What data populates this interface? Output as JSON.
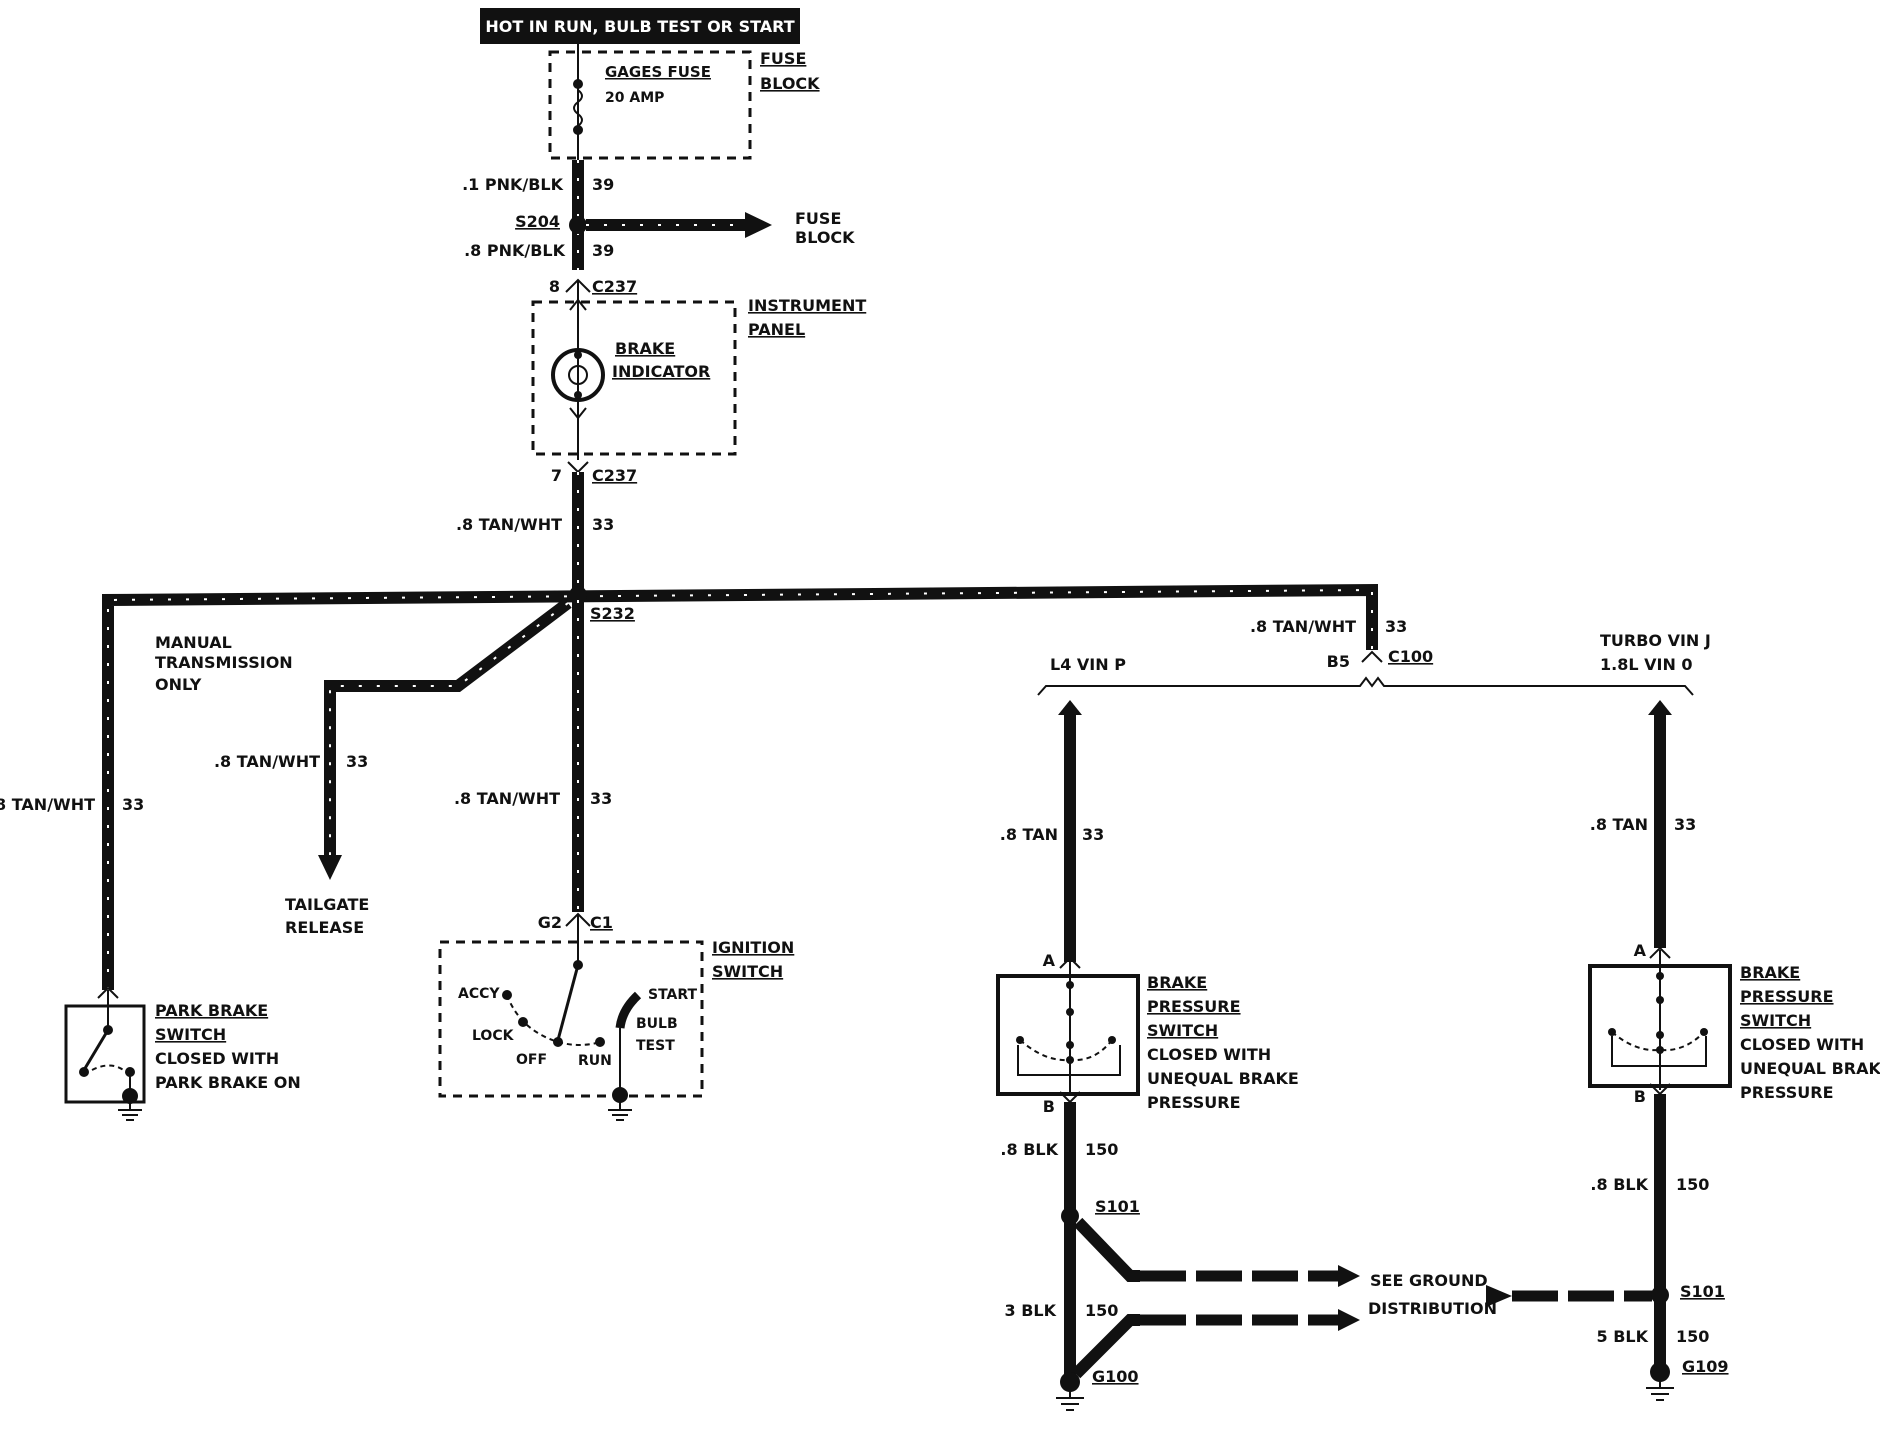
{
  "header": "HOT IN RUN, BULB TEST OR START",
  "fuse": {
    "name": "GAGES FUSE",
    "rating": "20 AMP",
    "location_1": "FUSE",
    "location_2": "BLOCK"
  },
  "wires": {
    "pnk_blk_1": ".1 PNK/BLK",
    "pnk_blk_2": ".8 PNK/BLK",
    "circuit_39": "39",
    "tan_wht": ".8 TAN/WHT",
    "circuit_33": "33",
    "tan": ".8 TAN",
    "blk_8": ".8 BLK",
    "blk_3": "3 BLK",
    "blk_5": "5 BLK",
    "circuit_150": "150"
  },
  "splices": {
    "s204": "S204",
    "s232": "S232",
    "s101": "S101"
  },
  "fuse_block_ref_1": "FUSE",
  "fuse_block_ref_2": "BLOCK",
  "connectors": {
    "c237": "C237",
    "pin8": "8",
    "pin7": "7",
    "c100": "C100",
    "b5": "B5",
    "c1": "C1",
    "g2": "G2",
    "pin_a": "A",
    "pin_b": "B"
  },
  "instrument_panel": {
    "l1": "INSTRUMENT",
    "l2": "PANEL"
  },
  "brake_indicator": {
    "l1": "BRAKE",
    "l2": "INDICATOR"
  },
  "manual_trans": {
    "l1": "MANUAL",
    "l2": "TRANSMISSION",
    "l3": "ONLY"
  },
  "tailgate": {
    "l1": "TAILGATE",
    "l2": "RELEASE"
  },
  "park_brake": {
    "l1": "PARK BRAKE",
    "l2": "SWITCH",
    "l3": "CLOSED WITH",
    "l4": "PARK BRAKE ON"
  },
  "ignition": {
    "l1": "IGNITION",
    "l2": "SWITCH",
    "accy": "ACCY",
    "lock": "LOCK",
    "off": "OFF",
    "run": "RUN",
    "start": "START",
    "bulb": "BULB",
    "test": "TEST"
  },
  "variants": {
    "l4": "L4 VIN P",
    "turbo_1": "TURBO VIN J",
    "turbo_2": "1.8L VIN 0"
  },
  "pressure_switch": {
    "l1": "BRAKE",
    "l2": "PRESSURE",
    "l3": "SWITCH",
    "l4": "CLOSED WITH",
    "l5": "UNEQUAL BRAKE",
    "l6": "PRESSURE"
  },
  "ground_ref": {
    "l1": "SEE GROUND",
    "l2": "DISTRIBUTION"
  },
  "grounds": {
    "g100": "G100",
    "g109": "G109"
  }
}
